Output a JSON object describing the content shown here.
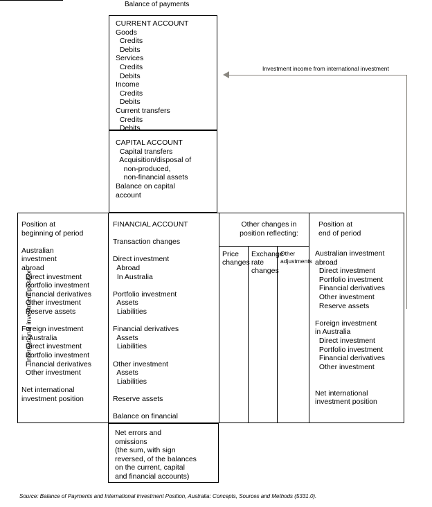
{
  "diagram": {
    "top_title": "Balance of payments",
    "side_label": "International investment position",
    "current_account": "CURRENT ACCOUNT\nGoods\n  Credits\n  Debits\nServices\n  Credits\n  Debits\nIncome\n  Credits\n  Debits\nCurrent transfers\n  Credits\n  Debits",
    "capital_account": "CAPITAL ACCOUNT\n  Capital transfers\n  Acquisition/disposal of\n    non-produced,\n    non-financial assets\nBalance on capital\naccount",
    "arrow_label": "Investment income from international investment",
    "position_beginning": "Position at\nbeginning of period\n\nAustralian\ninvestment\nabroad\n  Direct investment\n  Portfolio investment\n  Financial derivatives\n  Other investment\n  Reserve assets\n\nForeign investment\nin Australia\n  Direct investment\n  Portfolio investment\n  Financial derivatives\n  Other investment\n\nNet international\ninvestment position",
    "financial_account": "FINANCIAL ACCOUNT\n\nTransaction changes\n\nDirect investment\n  Abroad\n  In Australia\n\nPortfolio investment\n  Assets\n  Liabilities\n\nFinancial derivatives\n  Assets\n  Liabilities\n\nOther investment\n  Assets\n  Liabilities\n\nReserve assets\n\nBalance on financial\naccount",
    "other_changes_header": "Other changes in\nposition reflecting:",
    "subcolumns": [
      {
        "label": "Price\nchanges"
      },
      {
        "label": "Exchange\nrate\nchanges"
      },
      {
        "label": "Other\nadjustments"
      }
    ],
    "position_end_header": "Position at\nend of period",
    "position_end": "Australian investment\nabroad\n  Direct investment\n  Portfolio investment\n  Financial derivatives\n  Other investment\n  Reserve assets\n\nForeign investment\nin Australia\n  Direct investment\n  Portfolio investment\n  Financial derivatives\n  Other investment\n\n\nNet international\ninvestment position",
    "net_errors": "Net errors and\nomissions\n(the sum, with sign\nreversed, of the balances\non the current, capital\nand financial accounts)",
    "source": "Source: Balance of Payments and International Investment Position, Australia: Concepts, Sources and Methods (5331.0).",
    "colors": {
      "line": "#000000",
      "arrow": "#8a8780",
      "background": "#ffffff"
    }
  }
}
